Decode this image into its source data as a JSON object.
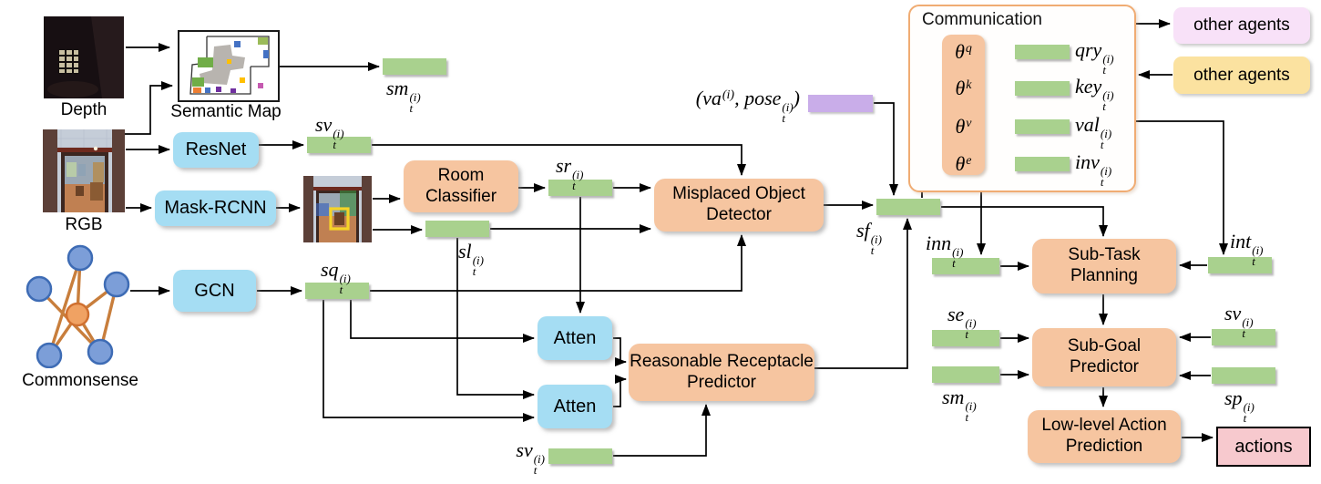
{
  "palette": {
    "bar_green": "#A9D18E",
    "module_blue": "#A5DDF3",
    "module_orange": "#F6C5A0",
    "pose_purple": "#C9ADE9",
    "agents_pink": "#F8E1F8",
    "agents_yellow": "#FBE2A0",
    "actions_pink": "#F7C9CE",
    "communication_border": "#F0AC73"
  },
  "inputs": {
    "depth": "Depth",
    "semantic_map": "Semantic Map",
    "rgb": "RGB",
    "commonsense": "Commonsense"
  },
  "modules": {
    "resnet": "ResNet",
    "mask_rcnn": "Mask-RCNN",
    "gcn": "GCN",
    "room_classifier": "Room Classifier",
    "misplaced_object_detector": "Misplaced Object Detector",
    "atten_top": "Atten",
    "atten_bottom": "Atten",
    "reasonable_receptacle_predictor": "Reasonable Receptacle Predictor",
    "sub_task_planning": "Sub-Task Planning",
    "sub_goal_predictor": "Sub-Goal Predictor",
    "low_level_action_prediction": "Low-level Action Prediction"
  },
  "communication": {
    "title": "Communication",
    "rows": [
      {
        "weight_base": "θ",
        "weight_sup": "q",
        "out_base": "qry",
        "out_sub": "t",
        "out_sup": "(i)"
      },
      {
        "weight_base": "θ",
        "weight_sup": "k",
        "out_base": "key",
        "out_sub": "t",
        "out_sup": "(i)"
      },
      {
        "weight_base": "θ",
        "weight_sup": "v",
        "out_base": "val",
        "out_sub": "t",
        "out_sup": "(i)"
      },
      {
        "weight_base": "θ",
        "weight_sup": "e",
        "out_base": "inv",
        "out_sub": "t",
        "out_sup": "(i)"
      }
    ],
    "agents_out": "other agents",
    "agents_in": "other agents"
  },
  "pose": {
    "open": "(va",
    "sup1": "(i)",
    "mid": ", pose",
    "sub2": "t",
    "sup2": "(i)",
    "close": ")"
  },
  "actions_label": "actions",
  "features": {
    "sm": {
      "base": "sm",
      "sub": "t",
      "sup": "(i)"
    },
    "sv_top": {
      "base": "sv",
      "sub": "t",
      "sup": "(i)"
    },
    "sr": {
      "base": "sr",
      "sub": "t",
      "sup": "(i)"
    },
    "sl": {
      "base": "sl",
      "sub": "t",
      "sup": "(i)"
    },
    "sq": {
      "base": "sq",
      "sub": "t",
      "sup": "(i)"
    },
    "sv_mid": {
      "base": "sv",
      "sub": "t",
      "sup": "(i)"
    },
    "sf": {
      "base": "sf",
      "sub": "t",
      "sup": "(i)"
    },
    "inn": {
      "base": "inn",
      "sub": "t",
      "sup": "(i)"
    },
    "int": {
      "base": "int",
      "sub": "t",
      "sup": "(i)"
    },
    "se": {
      "base": "se",
      "sub": "t",
      "sup": "(i)"
    },
    "sm_right": {
      "base": "sm",
      "sub": "t",
      "sup": "(i)"
    },
    "sv_right": {
      "base": "sv",
      "sub": "t",
      "sup": "(i)"
    },
    "sp": {
      "base": "sp",
      "sub": "t",
      "sup": "(i)"
    }
  }
}
